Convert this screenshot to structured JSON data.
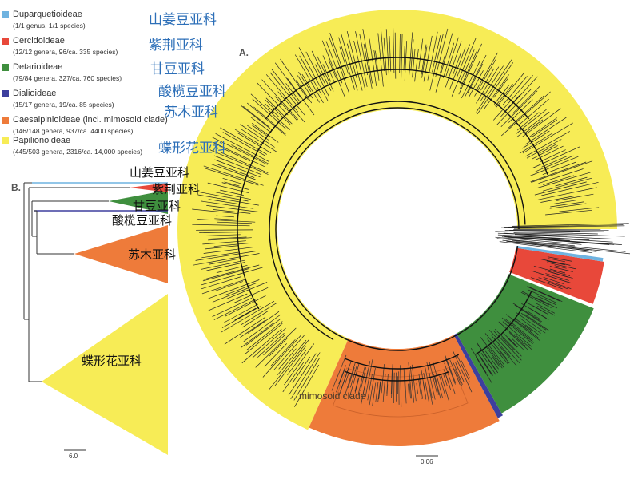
{
  "panels": {
    "a_label": "A.",
    "b_label": "B."
  },
  "legend": [
    {
      "name": "Duparquetioideae",
      "sub": "(1/1 genus, 1/1 species)",
      "color": "#6fb3e0",
      "cn": "山姜豆亚科"
    },
    {
      "name": "Cercidoideae",
      "sub": "(12/12 genera, 96/ca. 335 species)",
      "color": "#e8483a",
      "cn": "紫荆亚科"
    },
    {
      "name": "Detarioideae",
      "sub": "(79/84 genera, 327/ca. 760 species)",
      "color": "#3f8f3e",
      "cn": "甘豆亚科"
    },
    {
      "name": "Dialioideae",
      "sub": "(15/17 genera, 19/ca. 85 species)",
      "color": "#3d3f9e",
      "cn": "酸榄豆亚科"
    },
    {
      "name": "Caesalpinioideae (incl. mimosoid clade)",
      "sub": "(146/148 genera, 937/ca. 4400 species)",
      "color": "#ee7b3a",
      "cn": "苏木亚科"
    },
    {
      "name": "Papilionoideae",
      "sub": "(445/503 genera, 2316/ca. 14,000 species)",
      "color": "#f7ec56",
      "cn": "蝶形花亚科"
    }
  ],
  "tree_b_labels": [
    "山姜豆亚科",
    "紫荆亚科",
    "甘豆亚科",
    "酸榄豆亚科",
    "苏木亚科",
    "蝶形花亚科"
  ],
  "clade_label": "mimosoid clade",
  "scale_a": "0.06",
  "scale_b": "6.0"
}
